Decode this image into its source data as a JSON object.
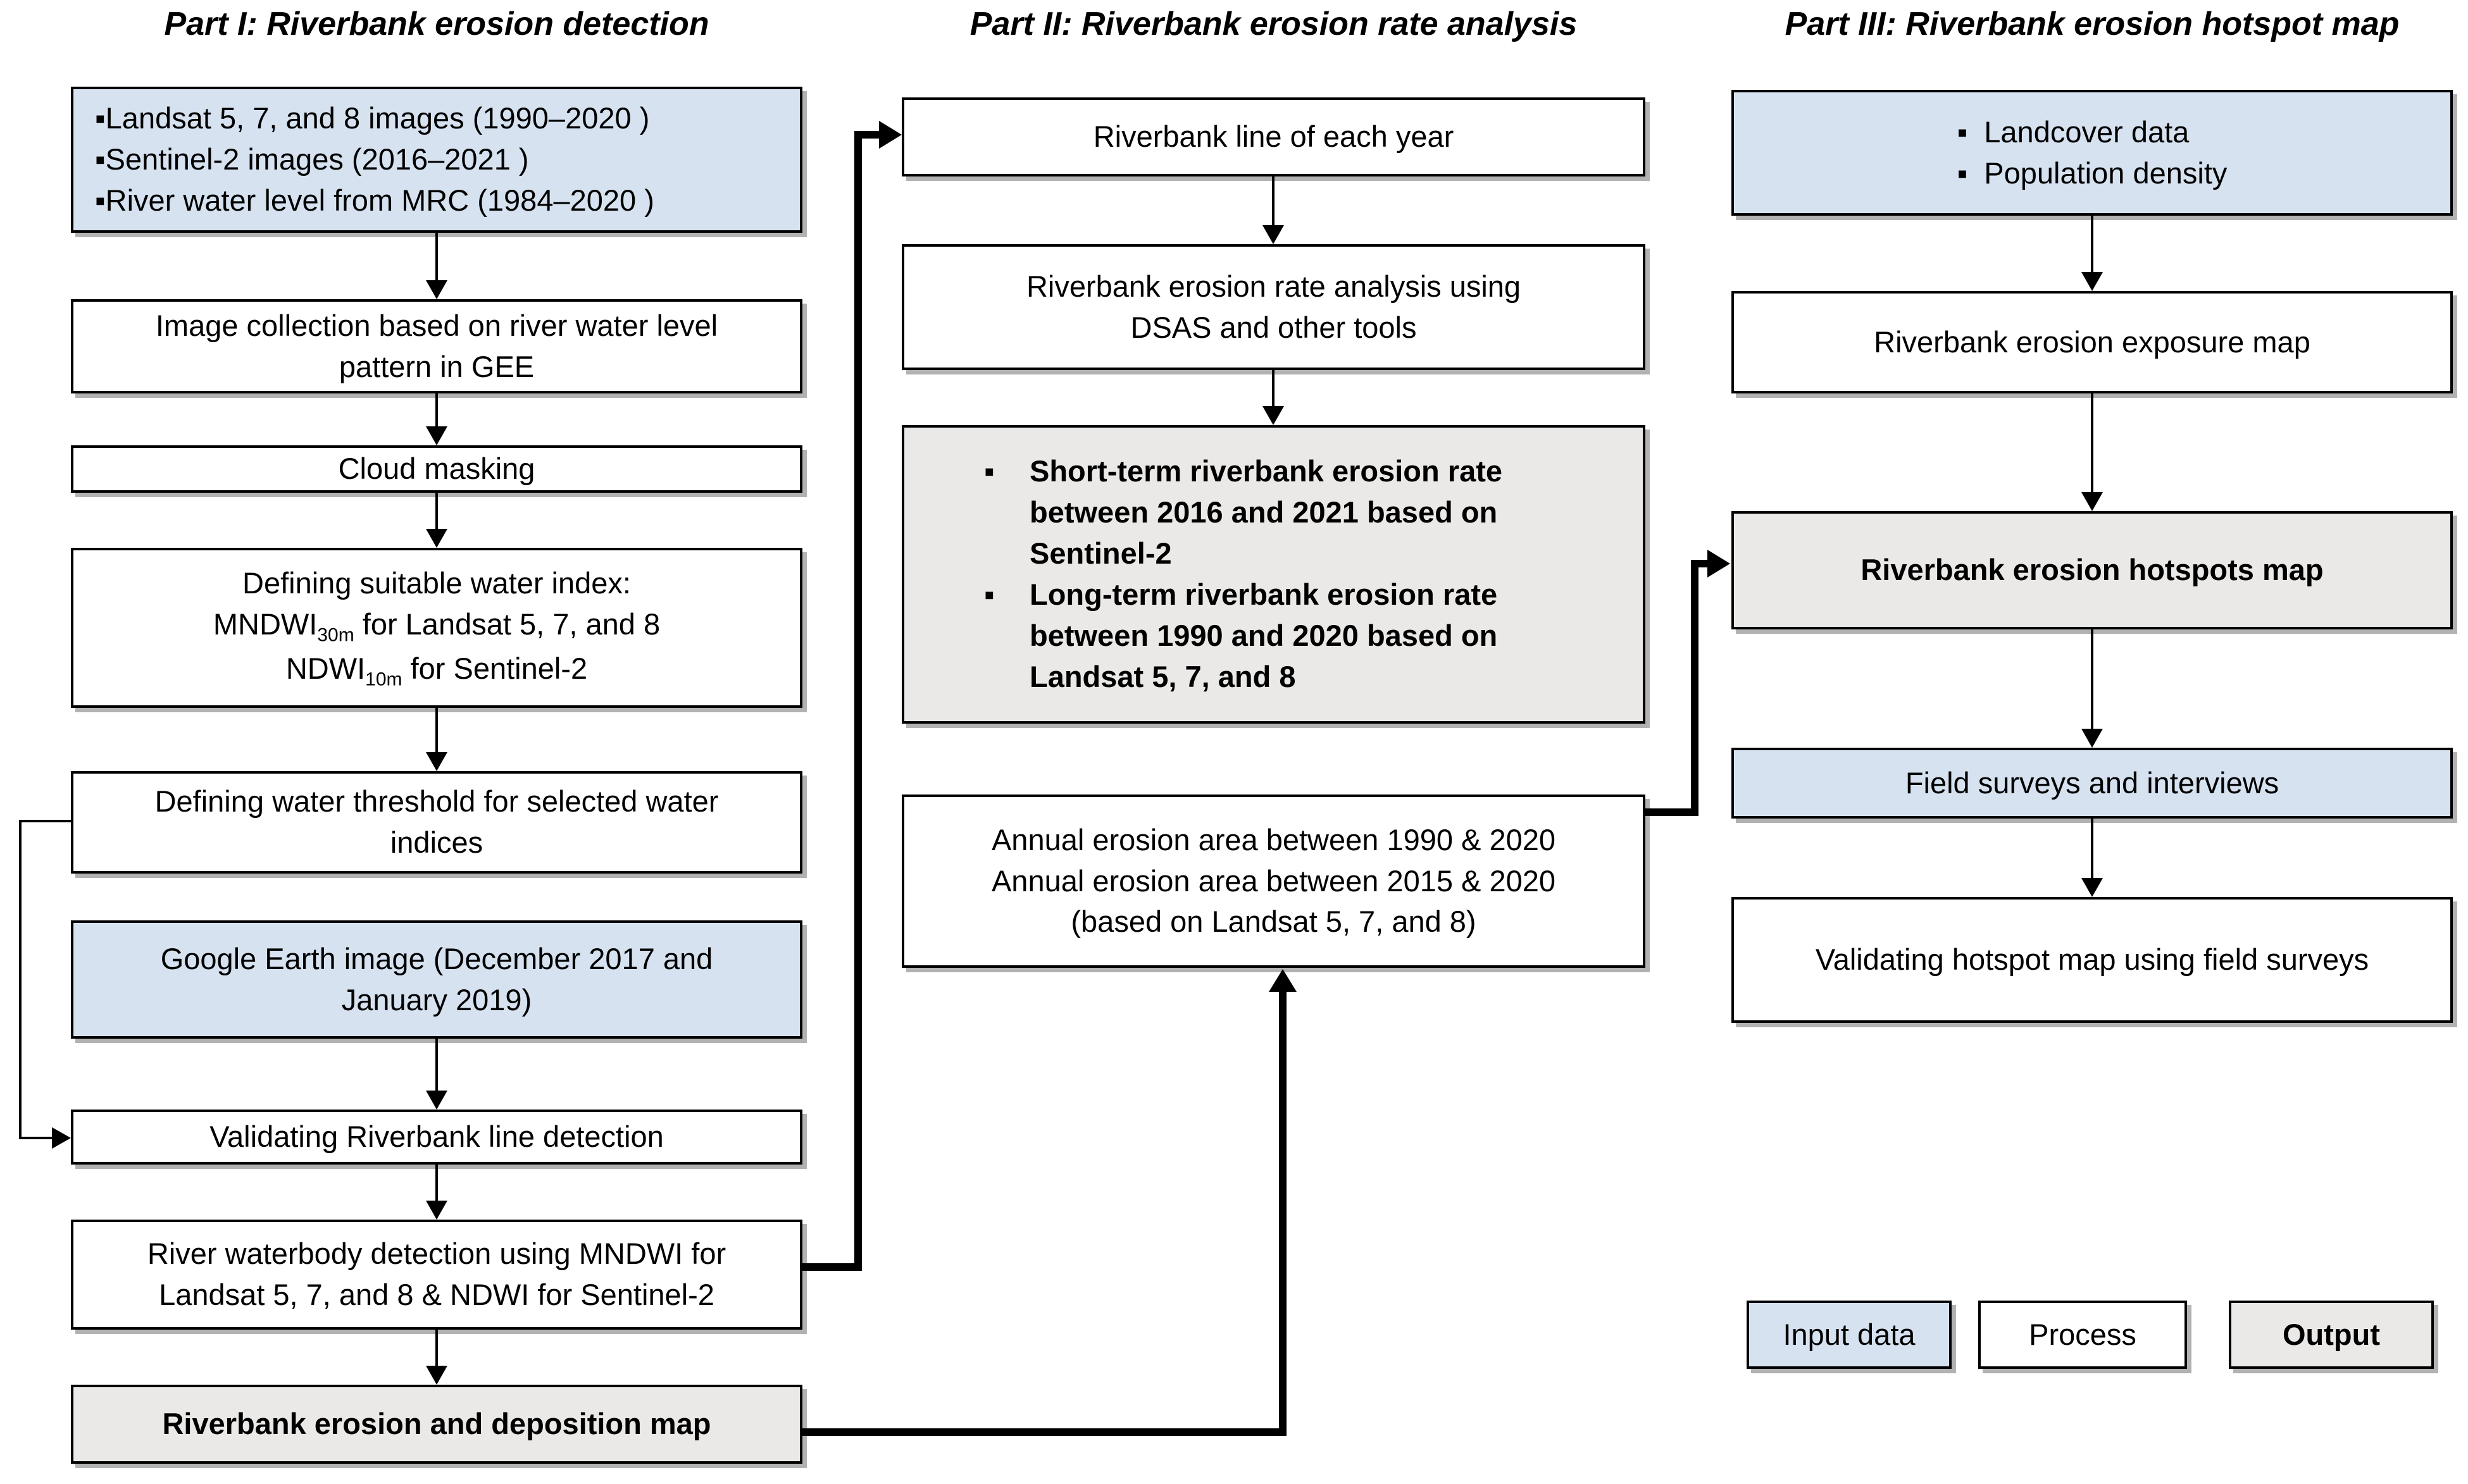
{
  "titles": {
    "part1": "Part I: Riverbank erosion detection",
    "part2": "Part II: Riverbank erosion rate analysis",
    "part3": "Part III: Riverbank erosion hotspot map"
  },
  "colors": {
    "input_fill": "#d6e2f0",
    "process_fill": "#ffffff",
    "output_fill": "#ebe9e7",
    "border": "#000000"
  },
  "part1": {
    "input_data": {
      "lines": [
        "▪Landsat 5, 7, and 8 images (1990–2020 )",
        "▪Sentinel-2 images (2016–2021 )",
        "▪River water level from MRC (1984–2020 )"
      ]
    },
    "image_collection": {
      "lines": [
        "Image collection based on river water level",
        "pattern in GEE"
      ]
    },
    "cloud_masking": {
      "text": "Cloud masking"
    },
    "water_index": {
      "line1": "Defining suitable water index:",
      "line2_pre": "MNDWI",
      "line2_sub": "30m",
      "line2_post": " for Landsat 5, 7, and 8",
      "line3_pre": "NDWI",
      "line3_sub": "10m",
      "line3_post": " for Sentinel-2"
    },
    "water_threshold": {
      "lines": [
        "Defining water threshold for selected water",
        "indices"
      ]
    },
    "google_earth": {
      "lines": [
        "Google Earth image (December 2017 and",
        "January 2019)"
      ]
    },
    "validating_line": {
      "text": "Validating Riverbank line detection"
    },
    "waterbody_detection": {
      "lines": [
        "River waterbody detection using MNDWI for",
        "Landsat 5, 7, and 8 & NDWI for Sentinel-2"
      ]
    },
    "erosion_map": {
      "text": "Riverbank erosion and deposition map"
    }
  },
  "part2": {
    "riverbank_line": {
      "text": "Riverbank line of each year"
    },
    "dsas_analysis": {
      "lines": [
        "Riverbank erosion rate analysis using",
        "DSAS and other tools"
      ]
    },
    "rates": {
      "bullet": "▪",
      "items": [
        {
          "lines": [
            "Short-term riverbank erosion rate",
            "between 2016 and 2021 based on",
            "Sentinel-2"
          ]
        },
        {
          "lines": [
            "Long-term riverbank erosion rate",
            "between 1990 and 2020 based on",
            "Landsat 5, 7, and 8"
          ]
        }
      ]
    },
    "annual_area": {
      "lines": [
        "Annual erosion area between 1990 & 2020",
        "Annual erosion area between 2015 & 2020",
        "(based on Landsat 5, 7, and 8)"
      ]
    }
  },
  "part3": {
    "inputs": {
      "bullet": "▪",
      "items": [
        "Landcover data",
        "Population density"
      ]
    },
    "exposure_map": {
      "text": "Riverbank erosion exposure map"
    },
    "hotspots_map": {
      "text": "Riverbank erosion hotspots map"
    },
    "field_surveys": {
      "text": "Field surveys and interviews"
    },
    "validating_hotspot": {
      "text": "Validating hotspot map using field surveys"
    }
  },
  "legend": {
    "input": "Input data",
    "process": "Process",
    "output": "Output"
  }
}
